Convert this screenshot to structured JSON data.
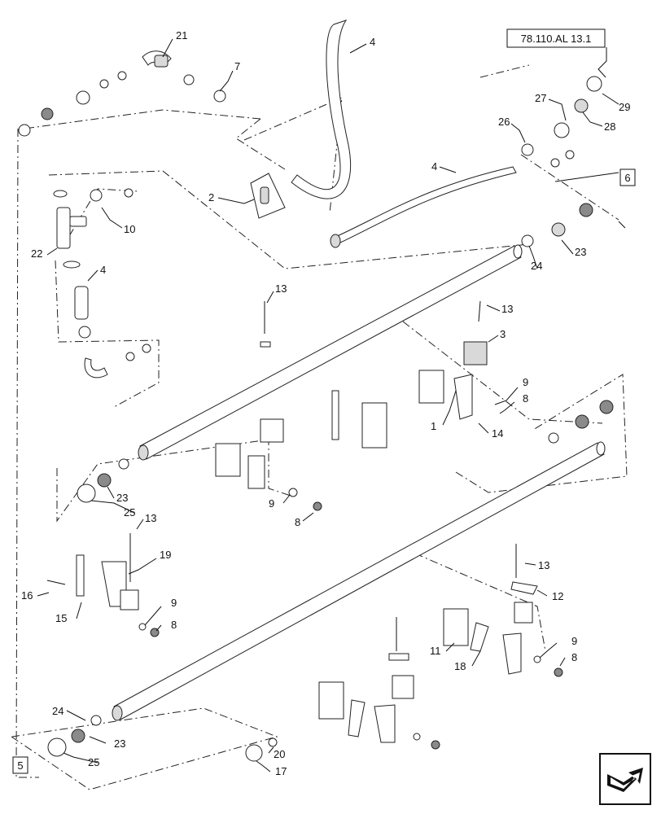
{
  "reference_box": {
    "text": "78.110.AL 13.1"
  },
  "callouts": {
    "c1": "1",
    "c2": "2",
    "c3": "3",
    "c4a": "4",
    "c4b": "4",
    "c4c": "4",
    "c5": "5",
    "c6": "6",
    "c7": "7",
    "c8a": "8",
    "c8b": "8",
    "c8c": "8",
    "c8d": "8",
    "c9a": "9",
    "c9b": "9",
    "c9c": "9",
    "c9d": "9",
    "c10": "10",
    "c11": "11",
    "c12": "12",
    "c13a": "13",
    "c13b": "13",
    "c13c": "13",
    "c13d": "13",
    "c14": "14",
    "c15": "15",
    "c16": "16",
    "c17": "17",
    "c18": "18",
    "c19": "19",
    "c20": "20",
    "c21": "21",
    "c22": "22",
    "c23a": "23",
    "c23b": "23",
    "c23c": "23",
    "c24a": "24",
    "c24b": "24",
    "c25a": "25",
    "c25b": "25",
    "c26": "26",
    "c27": "27",
    "c28": "28",
    "c29": "29"
  },
  "nav_icon": "next-page-arrow-icon"
}
